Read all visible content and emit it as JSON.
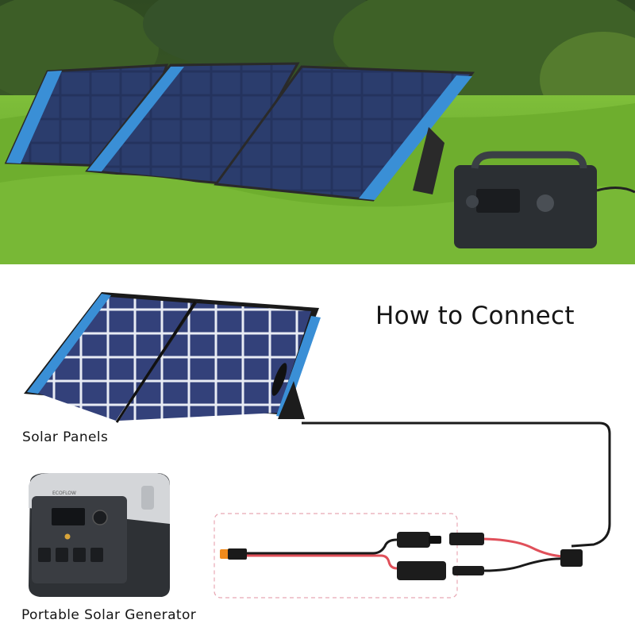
{
  "photo": {
    "scene": "Three foldable solar panels with blue handles standing on grass next to a portable power station",
    "colors": {
      "grass": "#6fae2f",
      "panel": "#1e2f5a",
      "frame_blue": "#3a8fd6",
      "station": "#2b2f33"
    }
  },
  "diagram": {
    "title": "How to Connect",
    "labels": {
      "solar_panels": "Solar Panels",
      "generator": "Portable Solar Generator"
    },
    "generator_brand": "ECOFLOW",
    "colors": {
      "cable_red": "#e0505a",
      "cable_black": "#1a1a1a",
      "connector_orange": "#f08a1c",
      "dashed_box": "#e8a8b4",
      "panel_blue": "#3a8fd6",
      "panel_cell": "#2c3a6e"
    }
  }
}
